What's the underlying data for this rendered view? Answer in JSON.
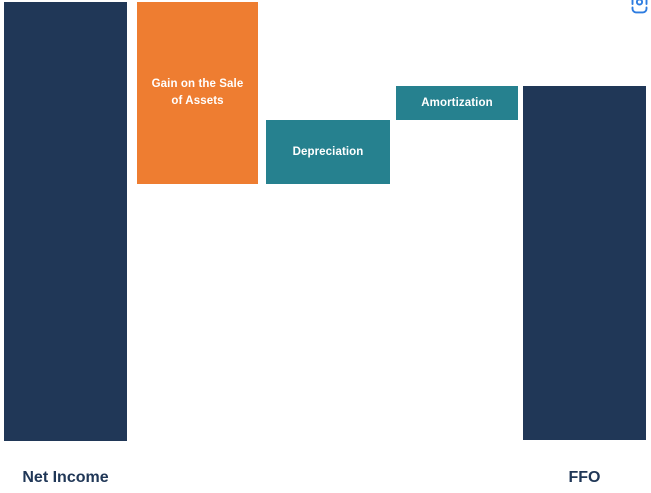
{
  "page": {
    "background": "#FFFFFF"
  },
  "icons": {
    "capture": {
      "name": "region-capture-icon",
      "color": "#2D7CE0",
      "position": "top-right, clipped by top edge"
    }
  },
  "chart_data": {
    "type": "bar",
    "subtype": "waterfall",
    "title": "",
    "categories": [
      "Net Income",
      "Gain on the Sale of Assets",
      "Depreciation",
      "Amortization",
      "FFO"
    ],
    "values_pct_of_net_income": [
      100,
      -41.5,
      14.6,
      7.7,
      80.8
    ],
    "bars": [
      {
        "name": "Net Income",
        "label": "",
        "axis_label": "Net Income",
        "role": "total",
        "color": "#203757",
        "start": 0,
        "end": 100
      },
      {
        "name": "Gain on the Sale of Assets",
        "label": "Gain on the Sale of Assets",
        "axis_label": "",
        "role": "decrease",
        "color": "#EE7D31",
        "start": 100,
        "end": 58.5
      },
      {
        "name": "Depreciation",
        "label": "Depreciation",
        "axis_label": "",
        "role": "increase",
        "color": "#26818F",
        "start": 58.5,
        "end": 73.1
      },
      {
        "name": "Amortization",
        "label": "Amortization",
        "axis_label": "",
        "role": "increase",
        "color": "#26818F",
        "start": 73.1,
        "end": 80.8
      },
      {
        "name": "FFO",
        "label": "",
        "axis_label": "FFO",
        "role": "total",
        "color": "#203757",
        "start": 0,
        "end": 80.8
      }
    ],
    "palette": {
      "total": "#203757",
      "decrease": "#EE7D31",
      "increase": "#26818F",
      "label_text": "#203757",
      "bar_text": "#FFFFFF"
    },
    "axis": {
      "x_labels_visible": [
        "Net Income",
        "FFO"
      ],
      "y_axis": "none",
      "gridlines": false,
      "data_labels": false,
      "legend": "none"
    }
  }
}
